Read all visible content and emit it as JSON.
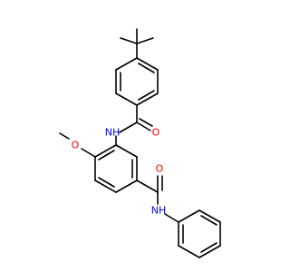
{
  "molecule": {
    "colors": {
      "bond": "#000000",
      "oxygen": "#ff0000",
      "nitrogen": "#0000ff"
    },
    "labels": {
      "carbonyl_o_top": "O",
      "amide_n_top": "NH",
      "methoxy_o": "O",
      "carbonyl_o_bottom": "O",
      "amide_n_bottom": "NH"
    }
  }
}
